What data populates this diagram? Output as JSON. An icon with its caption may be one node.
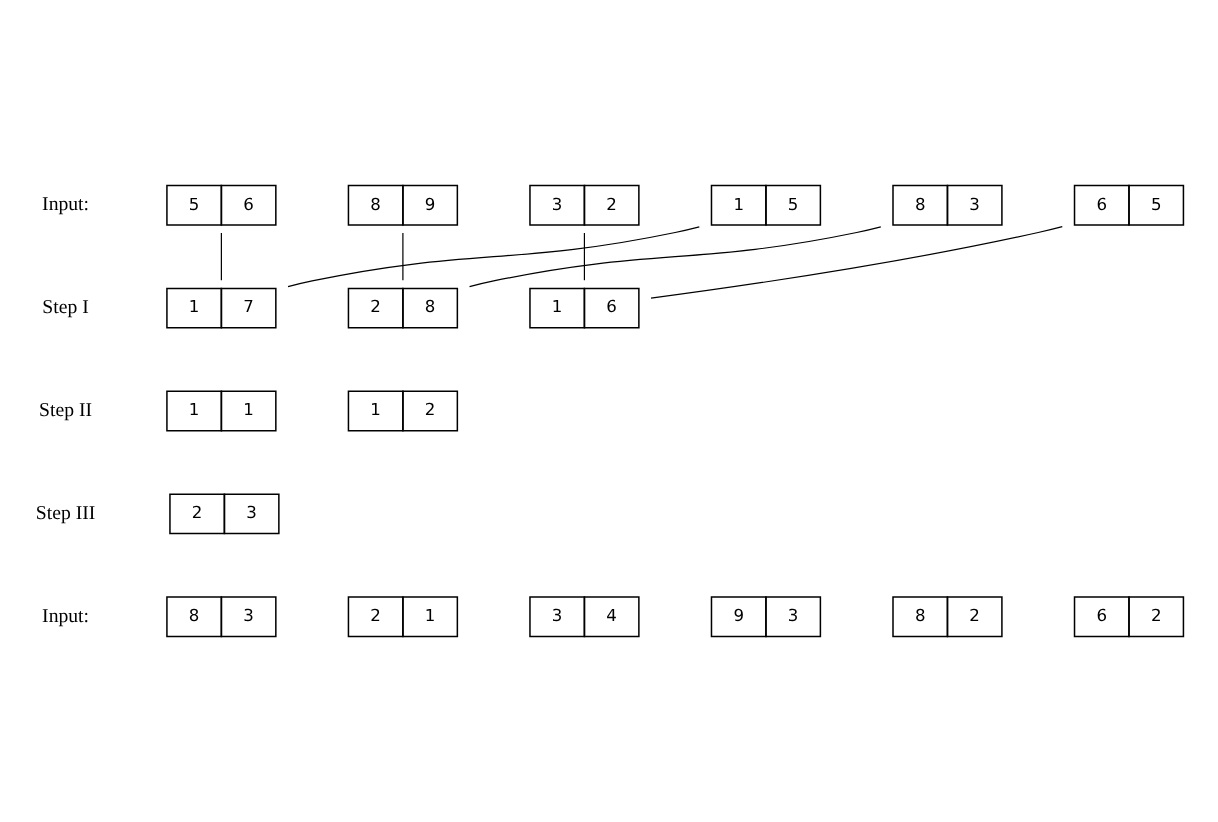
{
  "diagram": {
    "nodes": [
      {
        "text": [
          "5",
          "6"
        ]
      },
      {
        "text": [
          "8",
          "9"
        ]
      },
      {
        "text": [
          "3",
          "2"
        ]
      },
      {
        "text": [
          "1",
          "5"
        ]
      },
      {
        "text": [
          "8",
          "3"
        ]
      },
      {
        "text": [
          "6",
          "5"
        ]
      },
      {
        "text": [
          "1",
          "7"
        ]
      },
      {
        "text": [
          "2",
          "8"
        ]
      },
      {
        "text": [
          "1",
          "6"
        ]
      },
      {
        "text": [
          "1",
          "1"
        ]
      },
      {
        "text": [
          "1",
          "2"
        ]
      },
      {
        "text": [
          "2",
          "3"
        ]
      },
      {
        "text": [
          "8",
          "3"
        ]
      },
      {
        "text": [
          "2",
          "1"
        ]
      },
      {
        "text": [
          "3",
          "4"
        ]
      },
      {
        "text": [
          "9",
          "3"
        ]
      },
      {
        "text": [
          "8",
          "2"
        ]
      },
      {
        "text": [
          "6",
          "2"
        ]
      }
    ],
    "edges": [
      {
        "from": 0,
        "to": 6,
        "arrow": "none"
      },
      {
        "from": 1,
        "to": 7,
        "arrow": "none"
      },
      {
        "from": 2,
        "to": 8,
        "arrow": "none"
      },
      {
        "from": 3,
        "to": 6,
        "arrow": "none"
      },
      {
        "from": 4,
        "to": 7,
        "arrow": "none"
      },
      {
        "from": 5,
        "to": 8,
        "arrow": "none"
      }
    ],
    "labels": [
      "Input:",
      "Step I",
      "Step II",
      "Step III",
      "Input:"
    ]
  }
}
